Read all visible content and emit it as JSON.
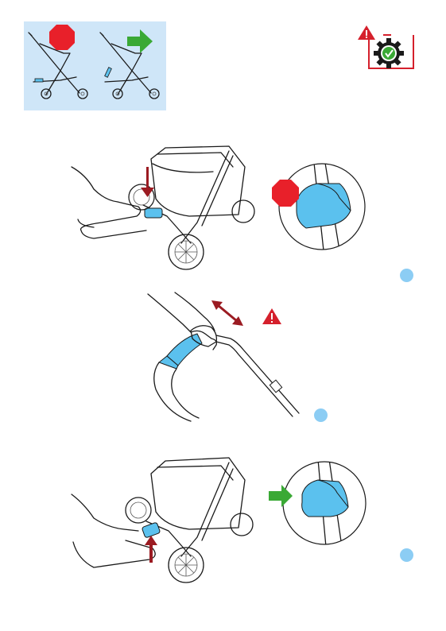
{
  "page": {
    "description_visible_text": [],
    "colors": {
      "panel_bg": "#cfe6f8",
      "stop_red": "#e8202a",
      "go_green": "#3aa935",
      "arrow_dark_red": "#9b1b22",
      "brake_blue": "#5bc1ee",
      "step_dot": "#8ccdf4",
      "warning_red": "#d5202c"
    }
  },
  "top_panel": {
    "icons": [
      "stroller-locked-stop-icon",
      "stroller-unlocked-go-icon"
    ]
  },
  "maintenance_badge": {
    "icons": [
      "warning-triangle-icon",
      "gear-check-icon"
    ]
  },
  "steps": [
    {
      "id": "step-1",
      "icons": [
        "press-down-arrow-icon",
        "stop-octagon-icon"
      ]
    },
    {
      "id": "step-2",
      "icons": [
        "push-pull-arrow-icon",
        "warning-triangle-icon"
      ]
    },
    {
      "id": "step-3",
      "icons": [
        "lift-up-arrow-icon",
        "go-arrow-icon"
      ]
    }
  ]
}
